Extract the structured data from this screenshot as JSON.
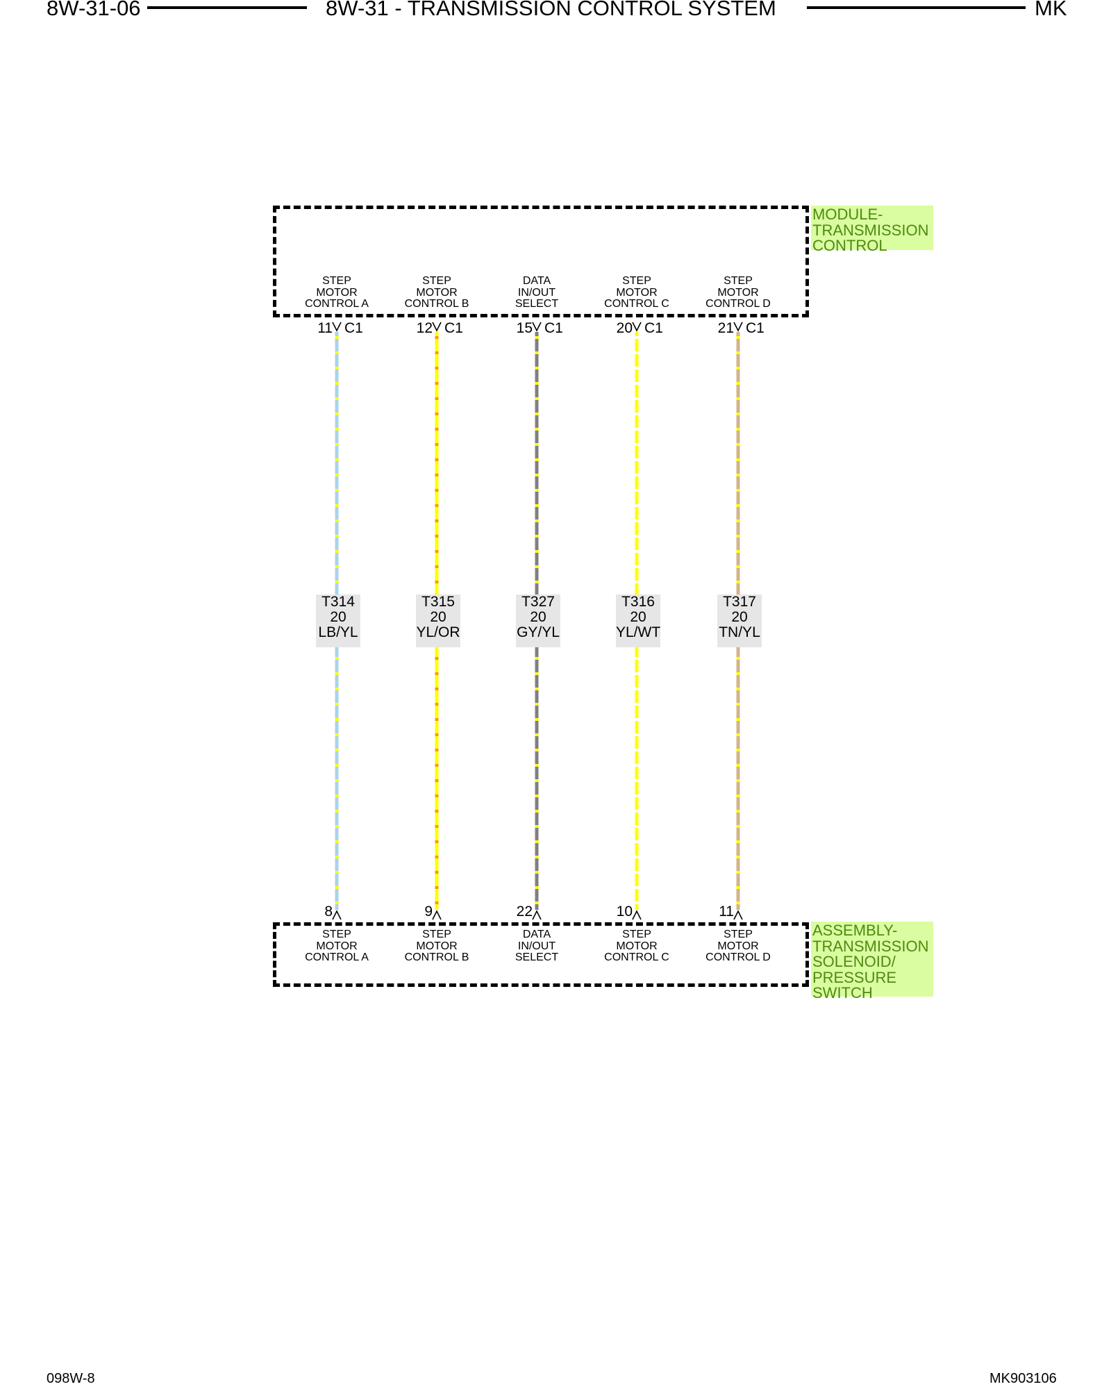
{
  "header": {
    "page_code": "8W-31-06",
    "title": "8W-31 - TRANSMISSION CONTROL SYSTEM",
    "model": "MK"
  },
  "footer": {
    "left_code": "098W-8",
    "right_code": "MK903106"
  },
  "components": {
    "top": {
      "label_lines": [
        "MODULE-",
        "TRANSMISSION",
        "CONTROL"
      ]
    },
    "bottom": {
      "label_lines": [
        "ASSEMBLY-",
        "TRANSMISSION",
        "SOLENOID/",
        "PRESSURE",
        "SWITCH"
      ]
    }
  },
  "colors": {
    "component_label_bg": "#d9fda0",
    "component_label_text": "#4f8a10",
    "wire_label_bg": "#e6e6e6",
    "stripe_yellow": "#ffff00",
    "stripe_orange": "#ff9900"
  },
  "circuits": [
    {
      "top_pin_name": [
        "STEP",
        "MOTOR",
        "CONTROL A"
      ],
      "top_pin": "11",
      "top_connector": "C1",
      "circuit": "T314",
      "gauge": "20",
      "color_code": "LB/YL",
      "base_color": "#a8d4ea",
      "stripe_color": "#ffff00",
      "bottom_pin": "8",
      "bottom_pin_name": [
        "STEP",
        "MOTOR",
        "CONTROL A"
      ]
    },
    {
      "top_pin_name": [
        "STEP",
        "MOTOR",
        "CONTROL B"
      ],
      "top_pin": "12",
      "top_connector": "C1",
      "circuit": "T315",
      "gauge": "20",
      "color_code": "YL/OR",
      "base_color": "#ffff00",
      "stripe_color": "#ff9900",
      "bottom_pin": "9",
      "bottom_pin_name": [
        "STEP",
        "MOTOR",
        "CONTROL B"
      ]
    },
    {
      "top_pin_name": [
        "DATA",
        "IN/OUT",
        "SELECT"
      ],
      "top_pin": "15",
      "top_connector": "C1",
      "circuit": "T327",
      "gauge": "20",
      "color_code": "GY/YL",
      "base_color": "#808080",
      "stripe_color": "#ffff00",
      "bottom_pin": "22",
      "bottom_pin_name": [
        "DATA",
        "IN/OUT",
        "SELECT"
      ]
    },
    {
      "top_pin_name": [
        "STEP",
        "MOTOR",
        "CONTROL C"
      ],
      "top_pin": "20",
      "top_connector": "C1",
      "circuit": "T316",
      "gauge": "20",
      "color_code": "YL/WT",
      "base_color": "#ffff00",
      "stripe_color": "#ffffff",
      "bottom_pin": "10",
      "bottom_pin_name": [
        "STEP",
        "MOTOR",
        "CONTROL C"
      ]
    },
    {
      "top_pin_name": [
        "STEP",
        "MOTOR",
        "CONTROL D"
      ],
      "top_pin": "21",
      "top_connector": "C1",
      "circuit": "T317",
      "gauge": "20",
      "color_code": "TN/YL",
      "base_color": "#d2b48c",
      "stripe_color": "#ffff00",
      "bottom_pin": "11",
      "bottom_pin_name": [
        "STEP",
        "MOTOR",
        "CONTROL D"
      ]
    }
  ]
}
